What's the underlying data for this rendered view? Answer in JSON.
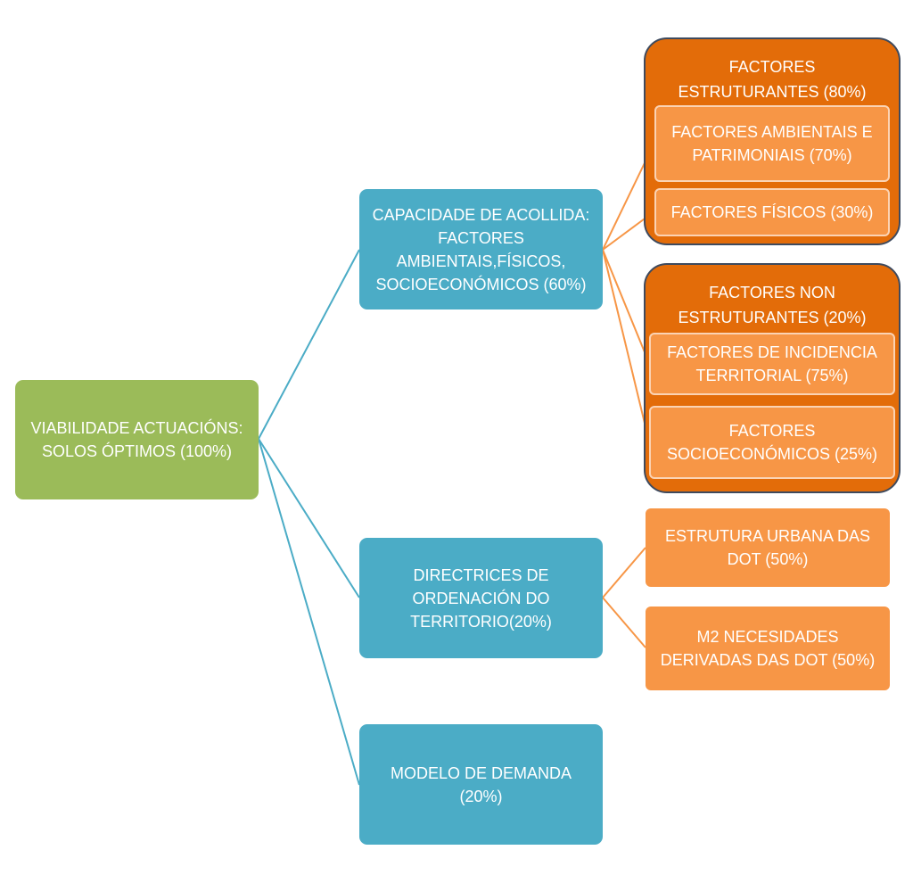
{
  "colors": {
    "root": "#9bbb59",
    "level1": "#4bacc6",
    "level2": "#f79646",
    "group": "#e36c09",
    "connector_blue": "#4bacc6",
    "connector_orange": "#f79646"
  },
  "root": {
    "label": "VIABILIDADE ACTUACIÓNS:\nSOLOS ÓPTIMOS (100%)"
  },
  "level1": [
    {
      "label": "CAPACIDADE DE ACOLLIDA:\nFACTORES\nAMBIENTAIS,FÍSICOS,\nSOCIOECONÓMICOS (60%)"
    },
    {
      "label": "DIRECTRICES DE\nORDENACIÓN DO\nTERRITORIO(20%)"
    },
    {
      "label": "MODELO DE DEMANDA\n(20%)"
    }
  ],
  "groups": [
    {
      "title": "FACTORES\nESTRUTURANTES (80%)",
      "items": [
        {
          "label": "FACTORES AMBIENTAIS E\nPATRIMONIAIS (70%)"
        },
        {
          "label": "FACTORES FÍSICOS (30%)"
        }
      ]
    },
    {
      "title": "FACTORES NON\nESTRUTURANTES (20%)",
      "items": [
        {
          "label": "FACTORES DE INCIDENCIA\nTERRITORIAL (75%)"
        },
        {
          "label": "FACTORES\nSOCIOECONÓMICOS (25%)"
        }
      ]
    }
  ],
  "directrices_children": [
    {
      "label": "ESTRUTURA URBANA DAS\nDOT (50%)"
    },
    {
      "label": "M2 NECESIDADES\nDERIVADAS DAS DOT (50%)"
    }
  ]
}
